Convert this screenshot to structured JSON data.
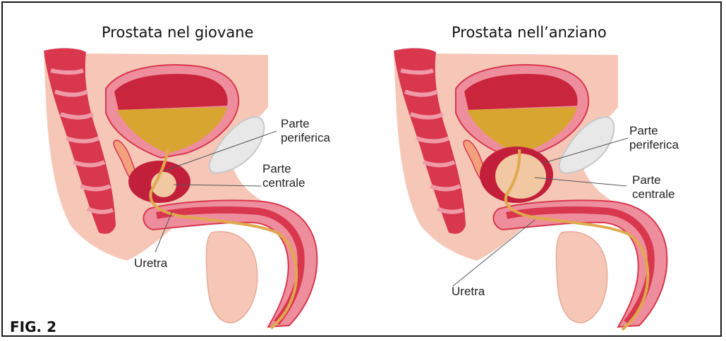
{
  "figure": {
    "label": "FIG. 2",
    "panels": [
      {
        "title": "Prostata nel giovane",
        "labels": {
          "peripheral_line1": "Parte",
          "peripheral_line2": "periferica",
          "central_line1": "Parte",
          "central_line2": "centrale",
          "urethra": "Uretra"
        }
      },
      {
        "title": "Prostata nell’anziano",
        "labels": {
          "peripheral_line1": "Parte",
          "peripheral_line2": "periferica",
          "central_line1": "Parte",
          "central_line2": "centrale",
          "urethra": "Uretra"
        }
      }
    ]
  },
  "colors": {
    "skin": "#f6c7b7",
    "tissue_red": "#d8374e",
    "tissue_pink": "#ee8e9c",
    "bladder_inner": "#c9263e",
    "urine": "#d8a531",
    "prostate": "#c11f3a",
    "central_zone": "#f1c8a2",
    "urethra": "#e0a94e",
    "bone": "#e8e8e8"
  }
}
